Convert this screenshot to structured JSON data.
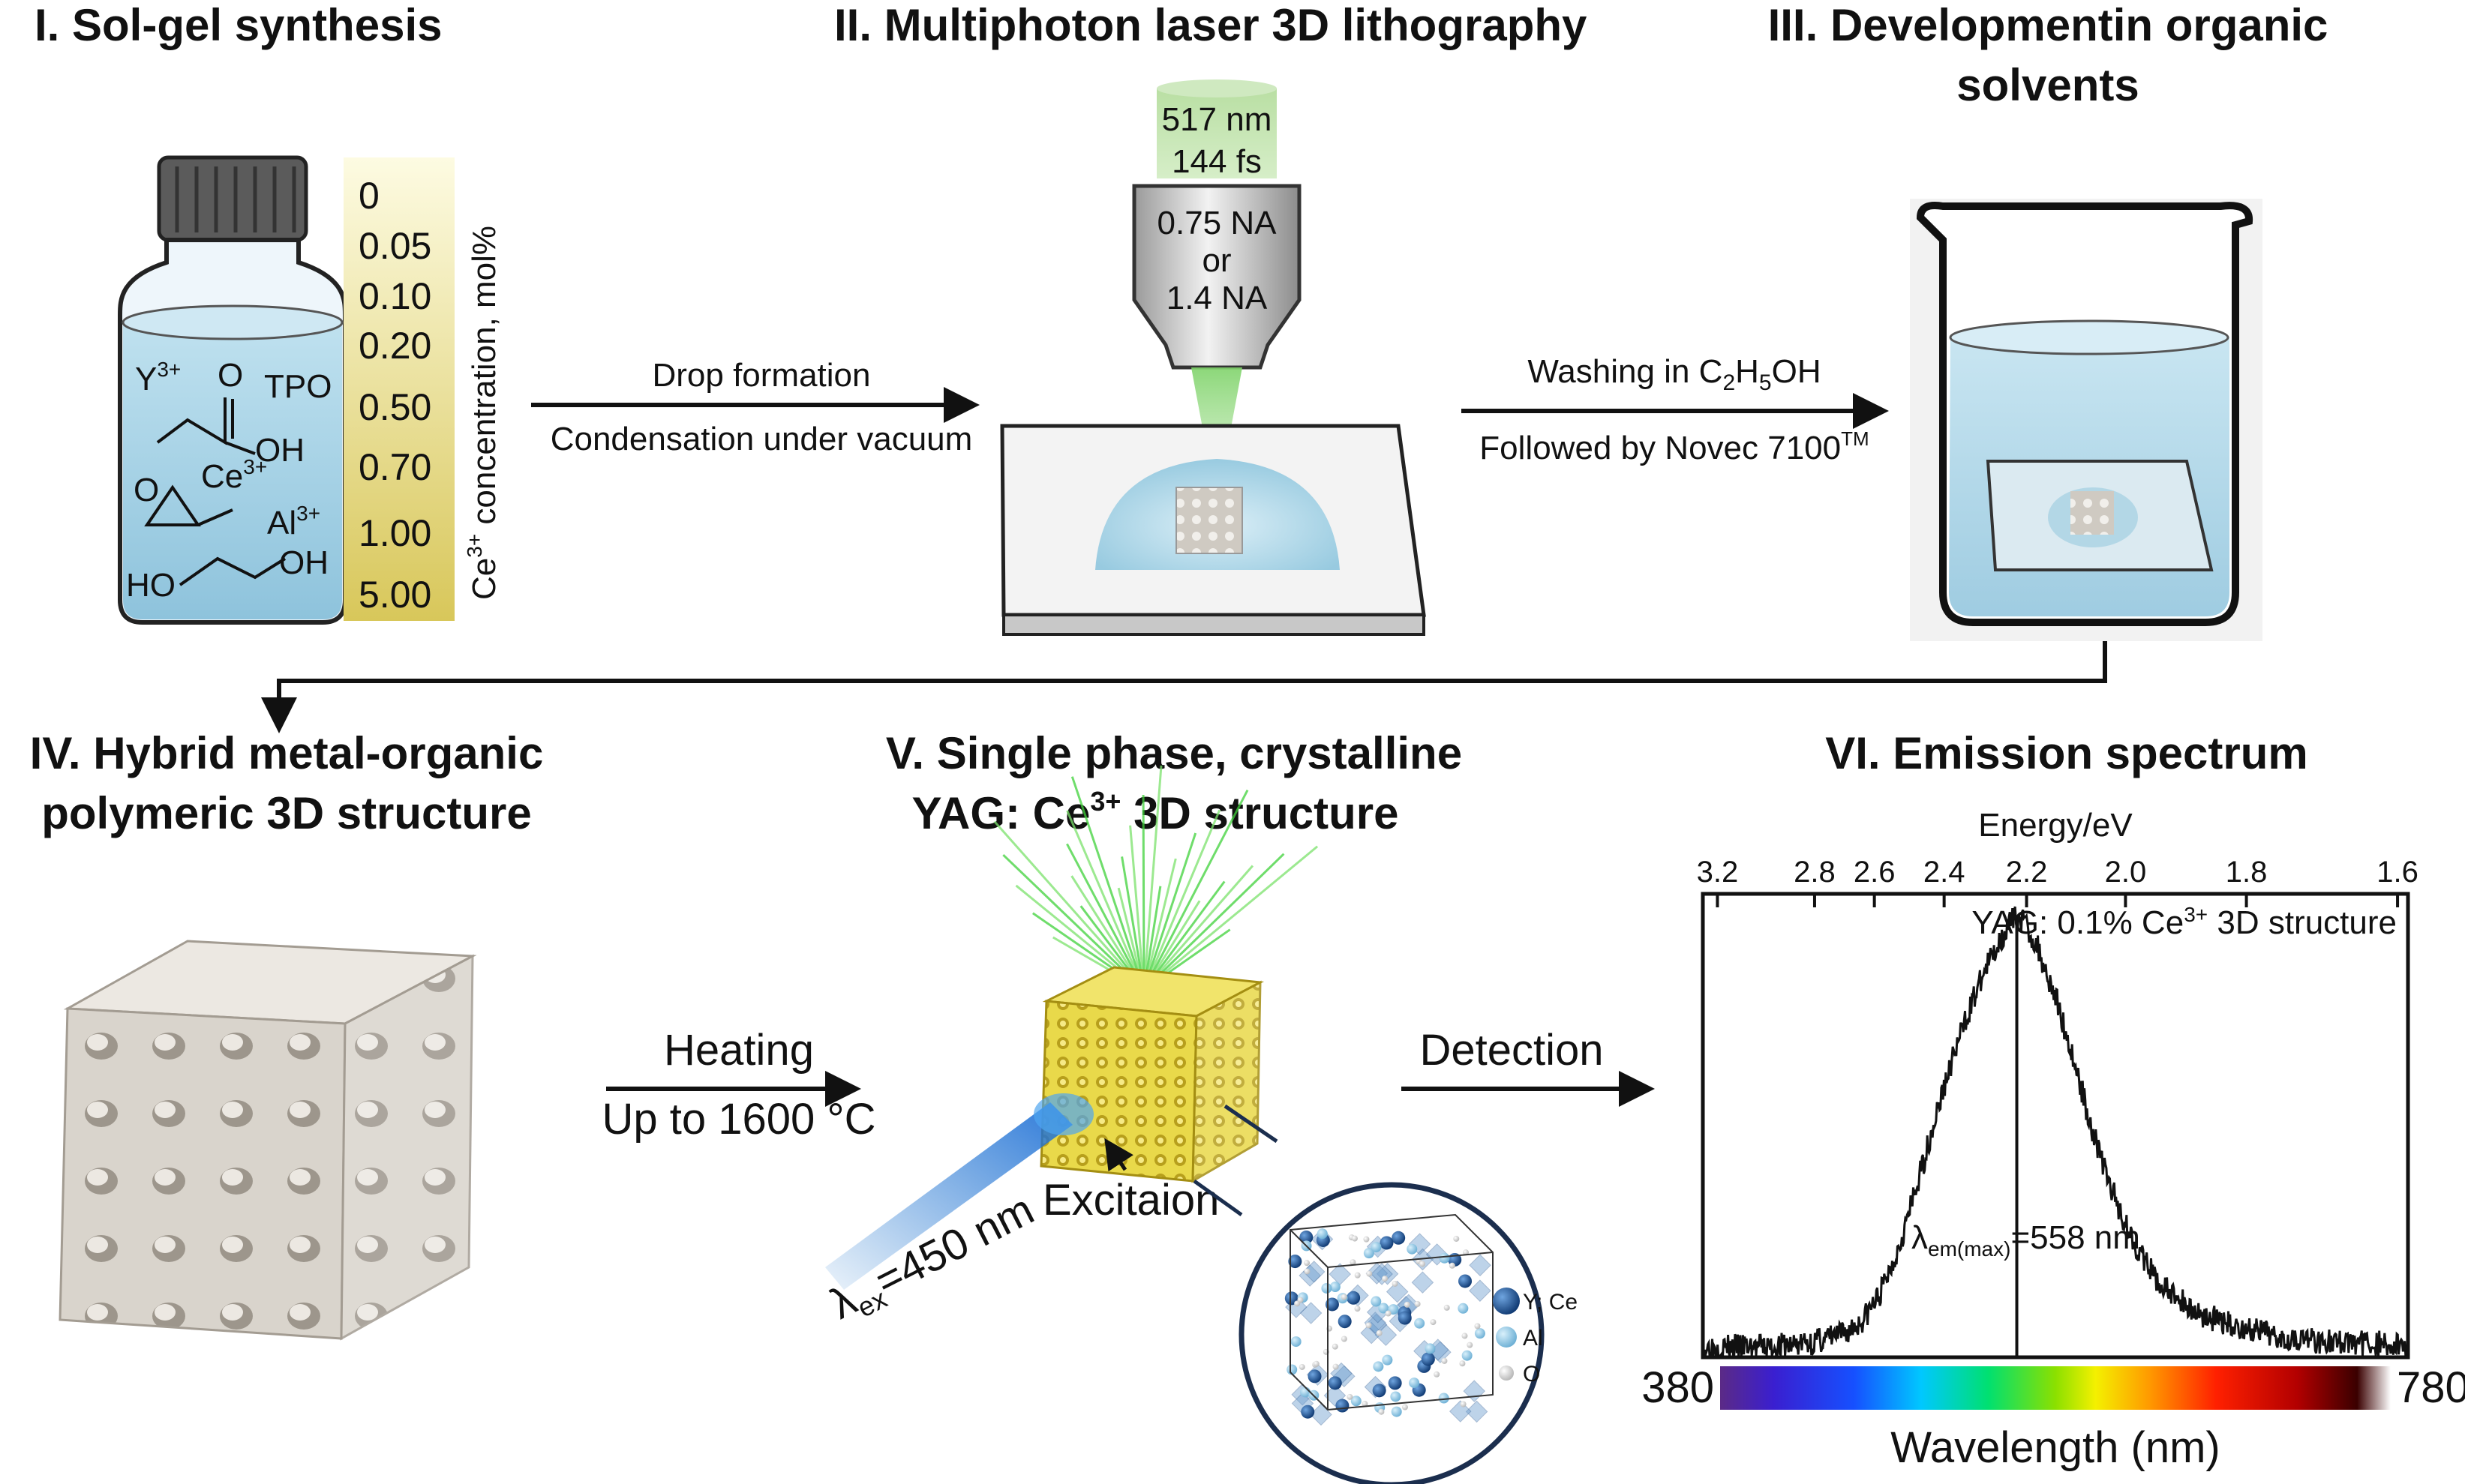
{
  "steps": {
    "s1": {
      "title": "I. Sol-gel synthesis"
    },
    "s2": {
      "title": "II. Multiphoton laser 3D lithography"
    },
    "s3": {
      "title_line1": "III. Developmentin organic",
      "title_line2": "solvents"
    },
    "s4": {
      "title_line1": "IV. Hybrid metal-organic",
      "title_line2": "polymeric 3D structure"
    },
    "s5": {
      "title_line1": "V. Single phase, crystalline",
      "title_line2_prefix": "YAG: Ce",
      "title_line2_sup": "3+",
      "title_line2_suffix": " 3D structure"
    },
    "s6": {
      "title": "VI. Emission spectrum"
    }
  },
  "bottle": {
    "ions": {
      "y": "Y",
      "y_sup": "3+",
      "ce": "Ce",
      "ce_sup": "3+",
      "al": "Al",
      "al_sup": "3+"
    },
    "chem": {
      "o_label": "O",
      "oh_label": "OH",
      "tpo_label": "TPO",
      "epox_o": "O",
      "ho_label": "HO",
      "oh2_label": "OH"
    }
  },
  "concentration": {
    "axis_label_prefix": "Ce",
    "axis_label_sup": "3+",
    "axis_label_suffix": " concentration, mol%",
    "values": [
      "0",
      "0.05",
      "0.10",
      "0.20",
      "0.50",
      "0.70",
      "1.00",
      "5.00"
    ]
  },
  "arrow1": {
    "line1": "Drop formation",
    "line2": "Condensation under vacuum"
  },
  "laser": {
    "wavelength": "517 nm",
    "pulse": "144 fs"
  },
  "objective": {
    "line1": "0.75 NA",
    "line2": "or",
    "line3": "1.4 NA"
  },
  "arrow2": {
    "line1_prefix": "Washing in C",
    "line1_sub1": "2",
    "line1_mid": "H",
    "line1_sub2": "5",
    "line1_suffix": "OH",
    "line2_prefix": "Followed by Novec 7100",
    "line2_sup": "TM"
  },
  "arrow3": {
    "line1": "Heating",
    "line2": "Up to 1600 °C"
  },
  "excitation": {
    "lambda": "λ",
    "sub": "ex",
    "value": "=450 nm",
    "label": "Excitaion"
  },
  "arrow4": {
    "label": "Detection"
  },
  "crystal_legend": [
    {
      "label": "Y; Ce",
      "color": "#1e4e8c"
    },
    {
      "label": "Al",
      "color": "#8fc3e0"
    },
    {
      "label": "O",
      "color": "#e2e2e2"
    }
  ],
  "spectrum": {
    "energy_label": "Energy/eV",
    "energy_ticks": [
      "3.2",
      "2.8",
      "2.6",
      "2.4",
      "2.2",
      "2.0",
      "1.8",
      "1.6"
    ],
    "annotation_prefix": "YAG: 0.1% Ce",
    "annotation_sup": "3+",
    "annotation_suffix": " 3D structure",
    "peak_lambda": "λ",
    "peak_sub": "em(max)",
    "peak_value": "=558 nm",
    "xlabel": "Wavelength (nm)",
    "x_min_label": "380",
    "x_max_label": "780"
  },
  "chart_data": {
    "type": "line",
    "title": "YAG: 0.1% Ce3+ 3D structure",
    "xlabel": "Wavelength (nm)",
    "ylabel": "",
    "top_axis_label": "Energy/eV",
    "top_axis_ticks": [
      3.2,
      2.8,
      2.6,
      2.4,
      2.2,
      2.0,
      1.8,
      1.6
    ],
    "xlim": [
      380,
      780
    ],
    "ylim": [
      0,
      1.05
    ],
    "peak_nm": 558,
    "series": [
      {
        "x": [
          380,
          400,
          420,
          440,
          460,
          470,
          480,
          490,
          500,
          510,
          520,
          530,
          540,
          550,
          555,
          558,
          562,
          570,
          580,
          590,
          600,
          610,
          620,
          630,
          640,
          660,
          680,
          700,
          720,
          740,
          760,
          780
        ],
        "values": [
          0.02,
          0.02,
          0.02,
          0.03,
          0.05,
          0.08,
          0.14,
          0.24,
          0.37,
          0.52,
          0.66,
          0.78,
          0.88,
          0.96,
          0.99,
          1.0,
          0.99,
          0.93,
          0.82,
          0.68,
          0.53,
          0.4,
          0.3,
          0.22,
          0.16,
          0.1,
          0.07,
          0.05,
          0.04,
          0.03,
          0.03,
          0.02
        ]
      }
    ]
  }
}
